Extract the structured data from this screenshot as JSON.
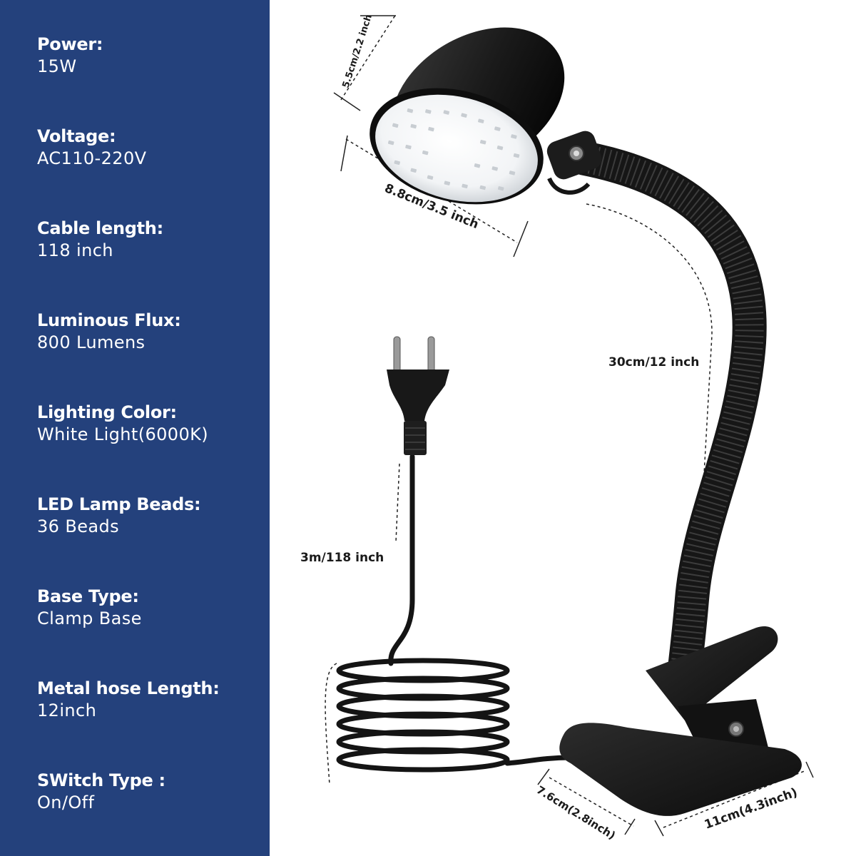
{
  "specs": [
    {
      "label": "Power:",
      "value": "15W"
    },
    {
      "label": "Voltage:",
      "value": "AC110-220V"
    },
    {
      "label": "Cable length:",
      "value": "118 inch"
    },
    {
      "label": "Luminous Flux:",
      "value": "800 Lumens"
    },
    {
      "label": "Lighting Color:",
      "value": "White Light(6000K)"
    },
    {
      "label": "LED Lamp Beads:",
      "value": "36 Beads"
    },
    {
      "label": "Base Type:",
      "value": "Clamp Base"
    },
    {
      "label": "Metal hose Length:",
      "value": "12inch"
    },
    {
      "label": "SWitch Type :",
      "value": "On/Off"
    }
  ],
  "dimensions": {
    "head_height": "5.5cm/2.2 inch",
    "head_diameter": "8.8cm/3.5 inch",
    "hose_length": "30cm/12 inch",
    "cable_length": "3m/118 inch",
    "clamp_width": "7.6cm(2.8inch)",
    "clamp_length": "11cm(4.3inch)"
  },
  "colors": {
    "panel_background": "#24417c",
    "panel_text": "#ffffff",
    "product": "#1b1b1b"
  }
}
